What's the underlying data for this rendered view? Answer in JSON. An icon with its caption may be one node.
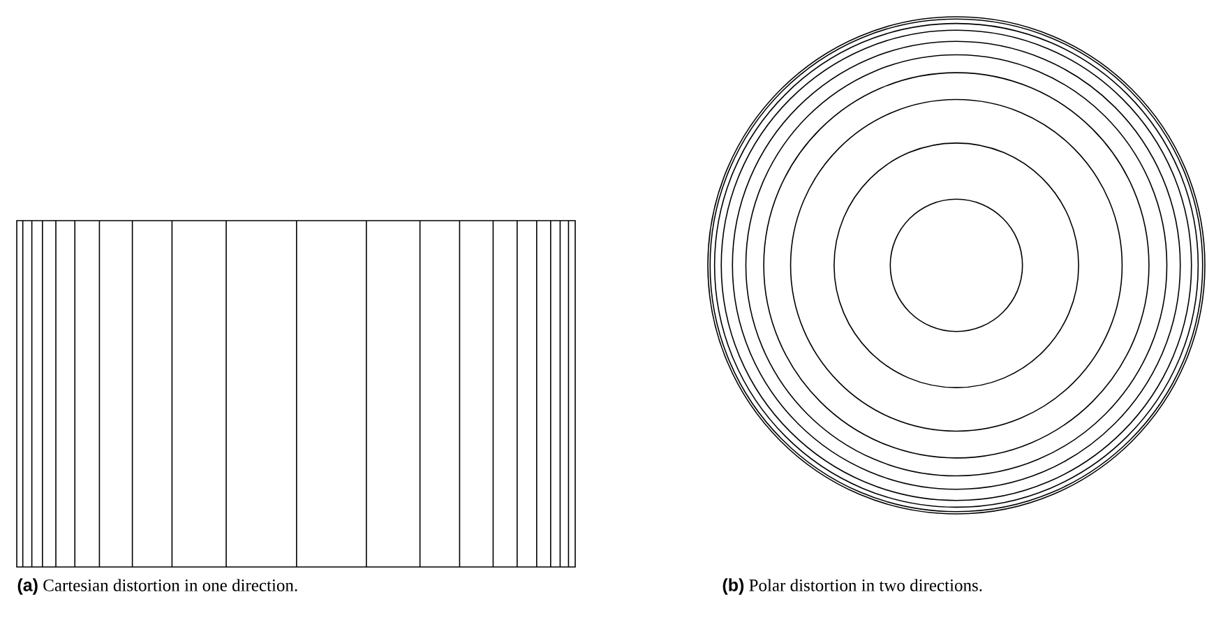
{
  "diagram": {
    "labels": [
      "(a)",
      "Cartesian distortion in one direction.",
      "(b)",
      "Polar distortion in two directions."
    ]
  }
}
